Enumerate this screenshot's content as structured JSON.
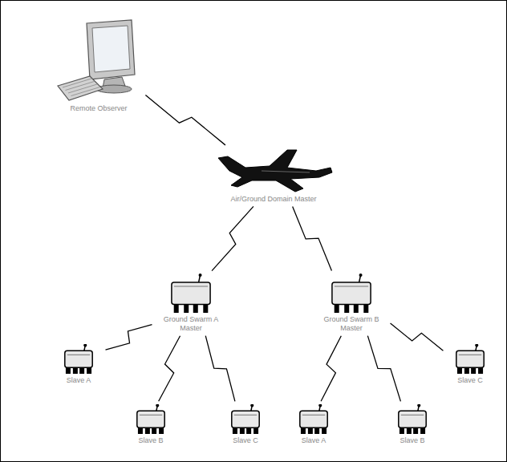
{
  "diagram": {
    "nodes": [
      {
        "text": [
          "Remote Observer"
        ]
      },
      {
        "text": [
          "Air/Ground Domain Master"
        ]
      },
      {
        "text": [
          "Ground Swarm A Master"
        ]
      },
      {
        "text": [
          "Ground Swarm B Master"
        ]
      },
      {
        "text": [
          "Slave A"
        ]
      },
      {
        "text": [
          "Slave B"
        ]
      },
      {
        "text": [
          "Slave C"
        ]
      },
      {
        "text": [
          "Slave A"
        ]
      },
      {
        "text": [
          "Slave B"
        ]
      },
      {
        "text": [
          "Slave C"
        ]
      }
    ],
    "edges": [
      {
        "from": 0,
        "to": 1,
        "arrow": "none"
      },
      {
        "from": 1,
        "to": 2,
        "arrow": "none"
      },
      {
        "from": 1,
        "to": 3,
        "arrow": "none"
      },
      {
        "from": 2,
        "to": 4,
        "arrow": "none"
      },
      {
        "from": 2,
        "to": 5,
        "arrow": "none"
      },
      {
        "from": 2,
        "to": 6,
        "arrow": "none"
      },
      {
        "from": 3,
        "to": 7,
        "arrow": "none"
      },
      {
        "from": 3,
        "to": 8,
        "arrow": "none"
      },
      {
        "from": 3,
        "to": 9,
        "arrow": "none"
      }
    ]
  }
}
